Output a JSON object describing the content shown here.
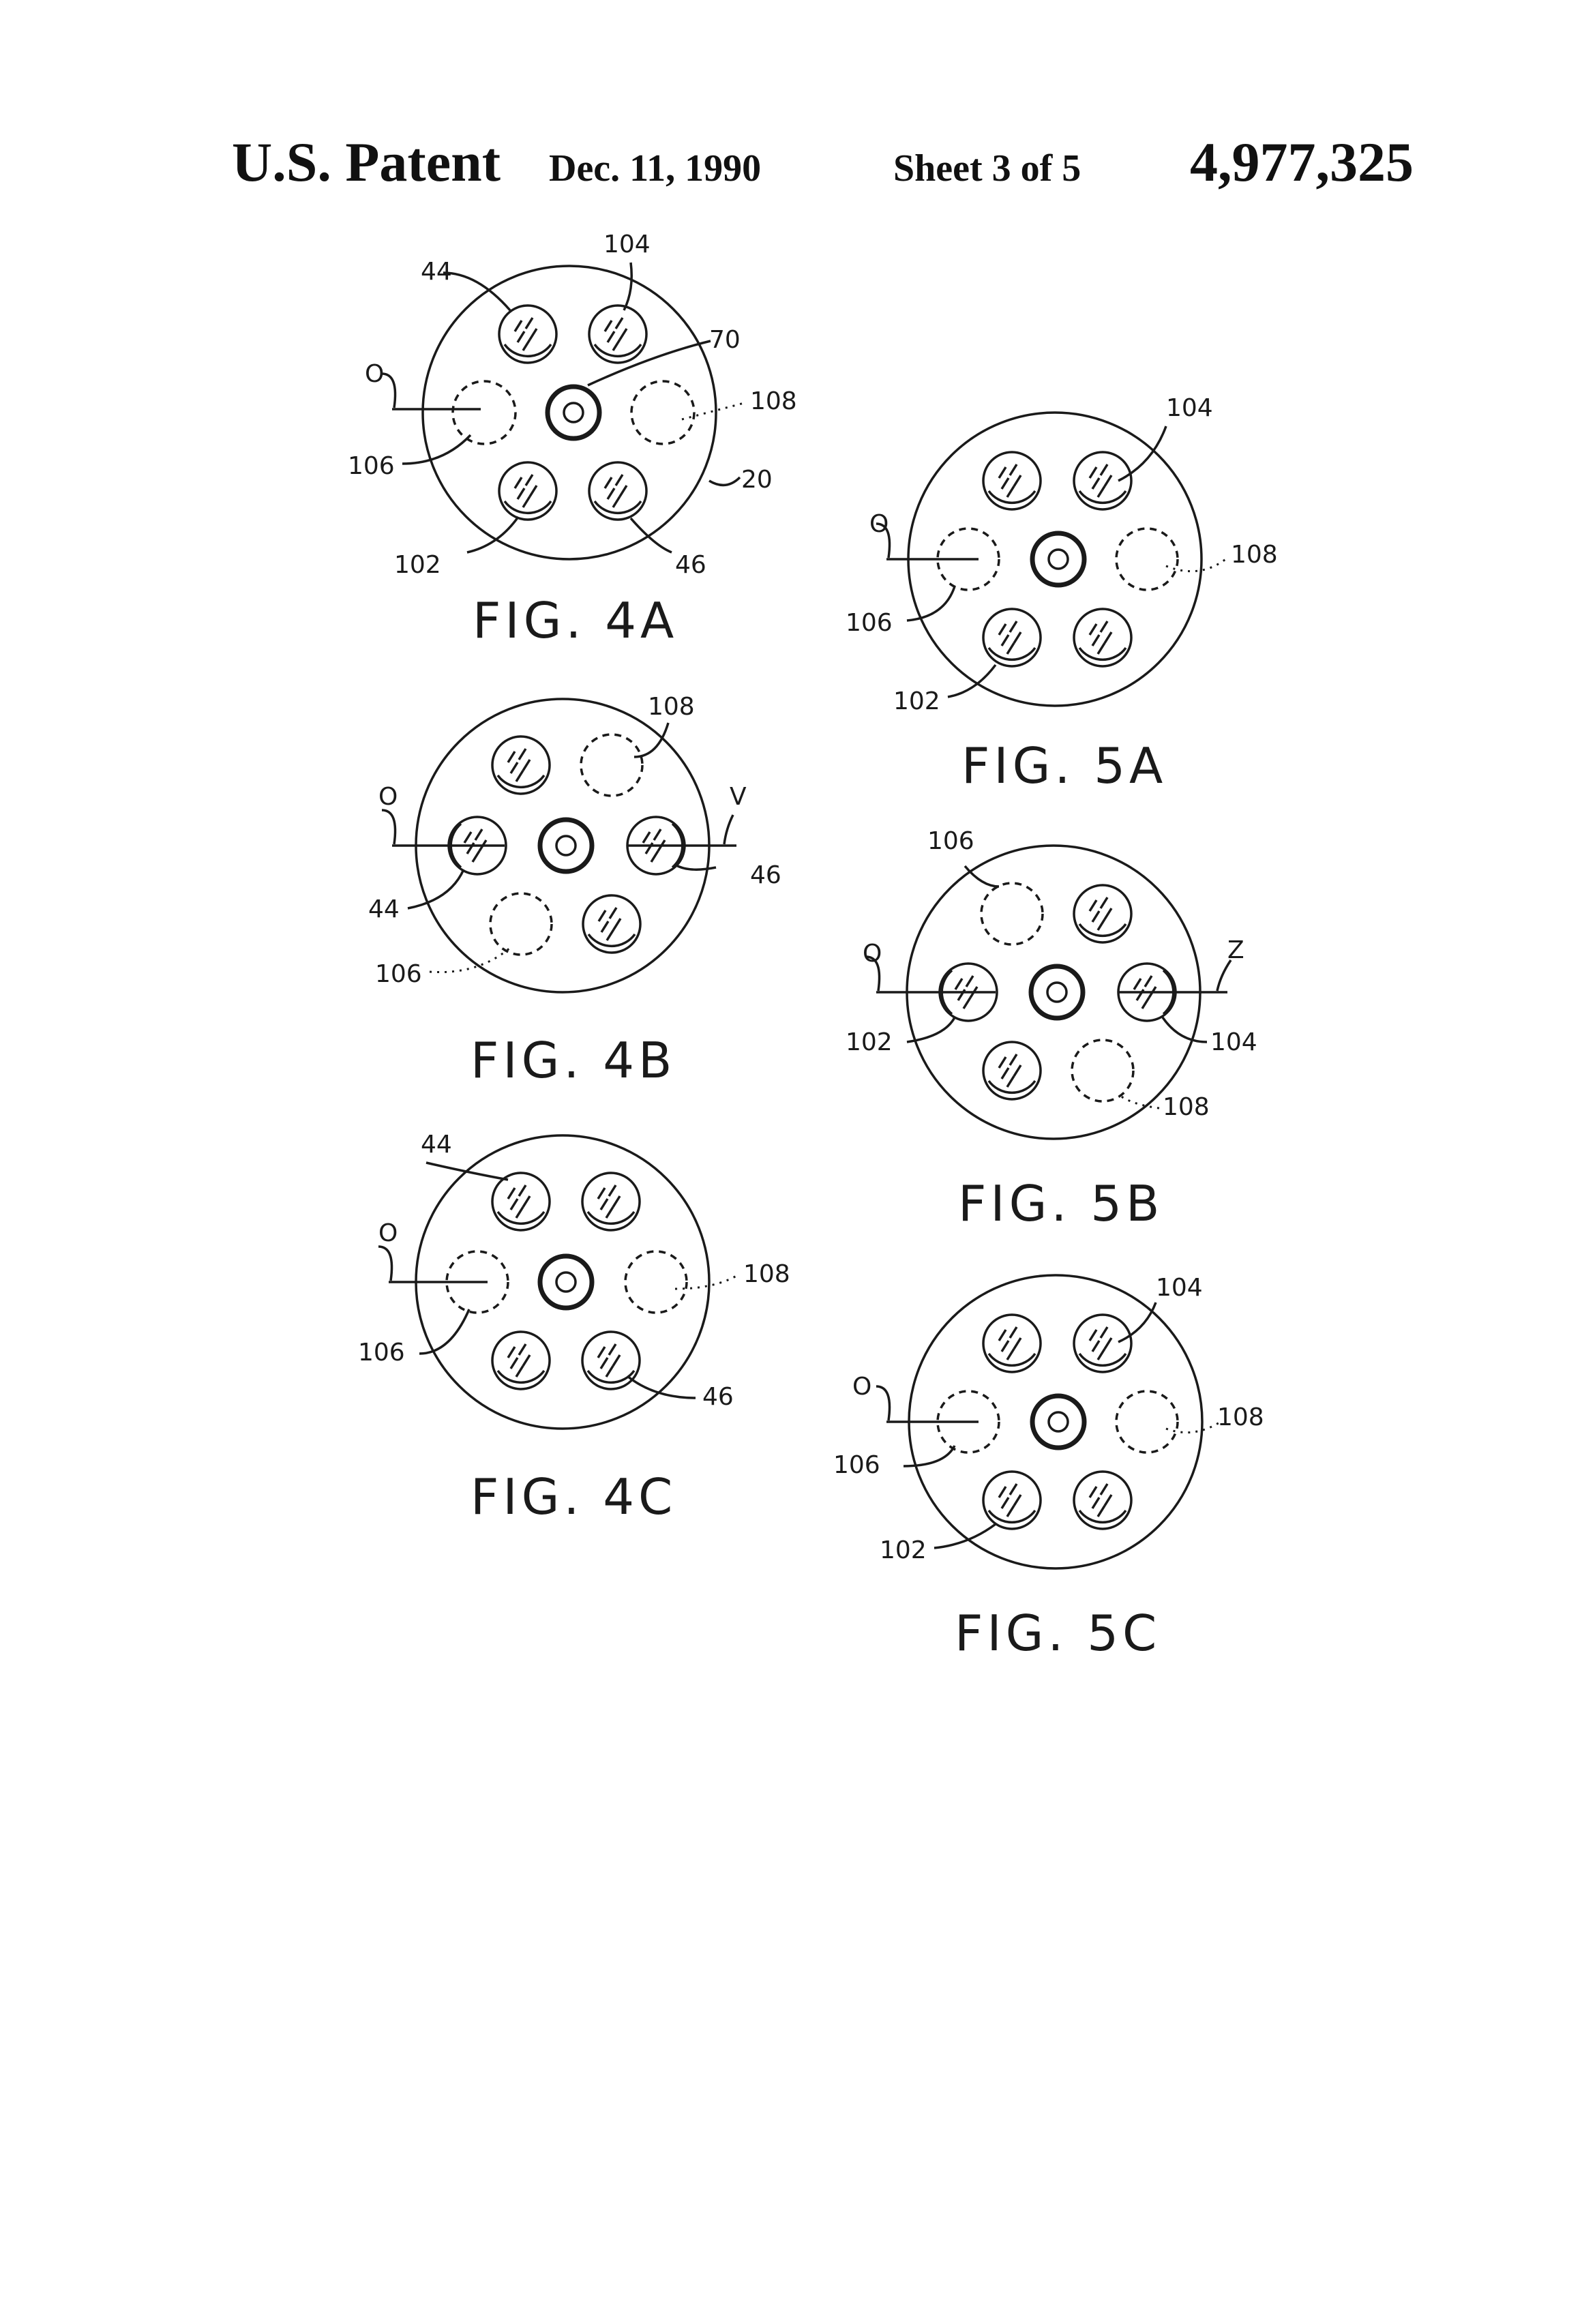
{
  "header": {
    "left": "U.S. Patent",
    "date": "Dec. 11, 1990",
    "sheet": "Sheet 3 of 5",
    "number": "4,977,325"
  },
  "figures": {
    "fig4a": {
      "caption": "FIG. 4A",
      "labels": {
        "l44": "44",
        "l104": "104",
        "l70": "70",
        "lO": "O",
        "l108": "108",
        "l106": "106",
        "l20": "20",
        "l102": "102",
        "l46": "46"
      }
    },
    "fig4b": {
      "caption": "FIG. 4B",
      "labels": {
        "l108": "108",
        "lO": "O",
        "lV": "V",
        "l44": "44",
        "l46": "46",
        "l106": "106"
      }
    },
    "fig4c": {
      "caption": "FIG. 4C",
      "labels": {
        "l44": "44",
        "lO": "O",
        "l108": "108",
        "l106": "106",
        "l46": "46"
      }
    },
    "fig5a": {
      "caption": "FIG. 5A",
      "labels": {
        "l104": "104",
        "lO": "O",
        "l108": "108",
        "l106": "106",
        "l102": "102"
      }
    },
    "fig5b": {
      "caption": "FIG. 5B",
      "labels": {
        "l106": "106",
        "lO": "O",
        "lZ": "Z",
        "l102": "102",
        "l104": "104",
        "l108": "108"
      }
    },
    "fig5c": {
      "caption": "FIG. 5C",
      "labels": {
        "l104": "104",
        "lO": "O",
        "l108": "108",
        "l106": "106",
        "l102": "102"
      }
    }
  }
}
